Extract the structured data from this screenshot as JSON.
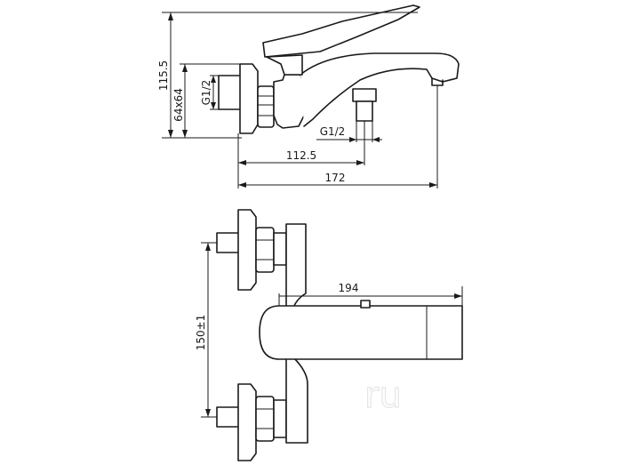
{
  "dimensions": {
    "side_height": "115.5",
    "side_connector": "64x64",
    "side_thread": "G1/2",
    "spout_thread": "G1/2",
    "width_mid": "112.5",
    "width_total": "172",
    "front_length": "194",
    "front_spacing": "150±1"
  },
  "watermark": "ru"
}
